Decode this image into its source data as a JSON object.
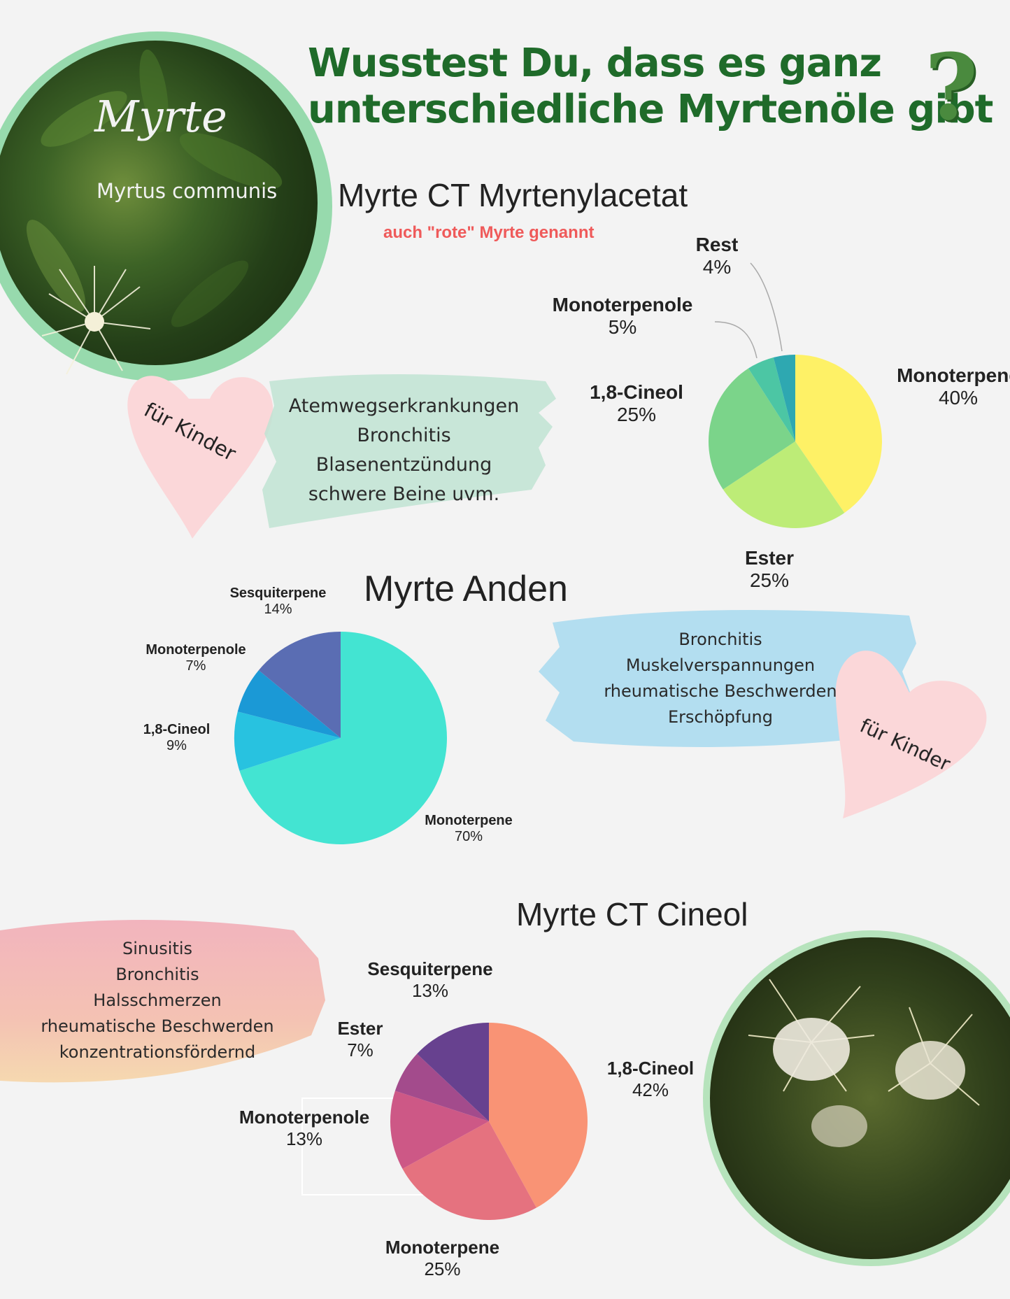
{
  "headline": {
    "line1": "Wusstest Du, dass es ganz",
    "line2": "unterschiedliche Myrtenöle gibt",
    "mark": "?"
  },
  "plant": {
    "name": "Myrte",
    "latin": "Myrtus communis"
  },
  "sections": [
    {
      "title": "Myrte CT Myrtenylacetat",
      "subtitle": "auch \"rote\" Myrte genannt",
      "badge": "für Kinder",
      "uses": [
        "Atemwegserkrankungen",
        "Bronchitis",
        "Blasenentzündung",
        "schwere Beine uvm."
      ]
    },
    {
      "title": "Myrte Anden",
      "badge": "für Kinder",
      "uses": [
        "Bronchitis",
        "Muskelverspannungen",
        "rheumatische Beschwerden",
        "Erschöpfung"
      ]
    },
    {
      "title": "Myrte CT Cineol",
      "uses": [
        "Sinusitis",
        "Bronchitis",
        "Halsschmerzen",
        "rheumatische Beschwerden",
        "konzentrationsfördernd"
      ]
    }
  ],
  "colors": {
    "headline": "#1f6b2a",
    "subtitle": "#ef5a5a"
  },
  "icons": [
    "myrtle-photo",
    "heart-icon",
    "question-mark-icon"
  ],
  "chart_data": [
    {
      "type": "pie",
      "title": "Myrte CT Myrtenylacetat",
      "categories": [
        "Monoterpene",
        "Ester",
        "1,8-Cineol",
        "Monoterpenole",
        "Rest"
      ],
      "values": [
        40,
        25,
        25,
        5,
        4
      ],
      "labels": [
        "40%",
        "25%",
        "25%",
        "5%",
        "4%"
      ],
      "colors": [
        "#fef166",
        "#bdec77",
        "#7bd48a",
        "#4cc6a4",
        "#2ea8b1"
      ]
    },
    {
      "type": "pie",
      "title": "Myrte Anden",
      "categories": [
        "Monoterpene",
        "1,8-Cineol",
        "Monoterpenole",
        "Sesquiterpene"
      ],
      "values": [
        70,
        9,
        7,
        14
      ],
      "labels": [
        "70%",
        "9%",
        "7%",
        "14%"
      ],
      "colors": [
        "#43e4d2",
        "#28c2e0",
        "#1b99d6",
        "#5a6db3"
      ]
    },
    {
      "type": "pie",
      "title": "Myrte CT Cineol",
      "categories": [
        "1,8-Cineol",
        "Monoterpene",
        "Monoterpenole",
        "Ester",
        "Sesquiterpene"
      ],
      "values": [
        42,
        25,
        13,
        7,
        13
      ],
      "labels": [
        "42%",
        "25%",
        "13%",
        "7%",
        "13%"
      ],
      "colors": [
        "#f99375",
        "#e5727f",
        "#cd5886",
        "#a34b8c",
        "#67418f"
      ]
    }
  ]
}
